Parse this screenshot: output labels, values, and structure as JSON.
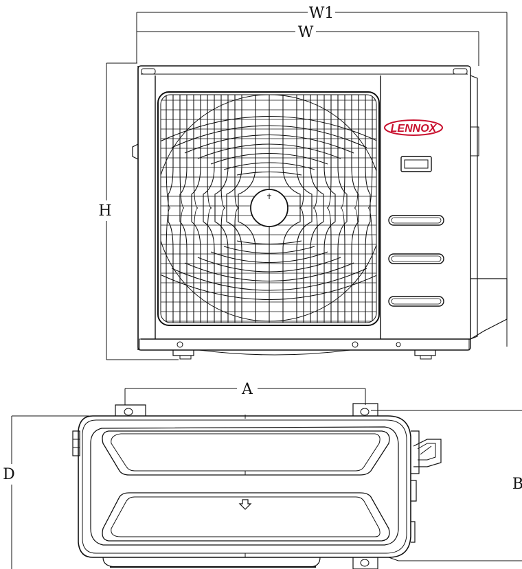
{
  "labels": {
    "w1": "W1",
    "w": "W",
    "h": "H",
    "a": "A",
    "d": "D",
    "b": "B"
  },
  "brand": {
    "name": "LENNOX",
    "color": "#c8102e"
  },
  "colors": {
    "line": "#111111",
    "unit_fill": "#ffffff"
  }
}
